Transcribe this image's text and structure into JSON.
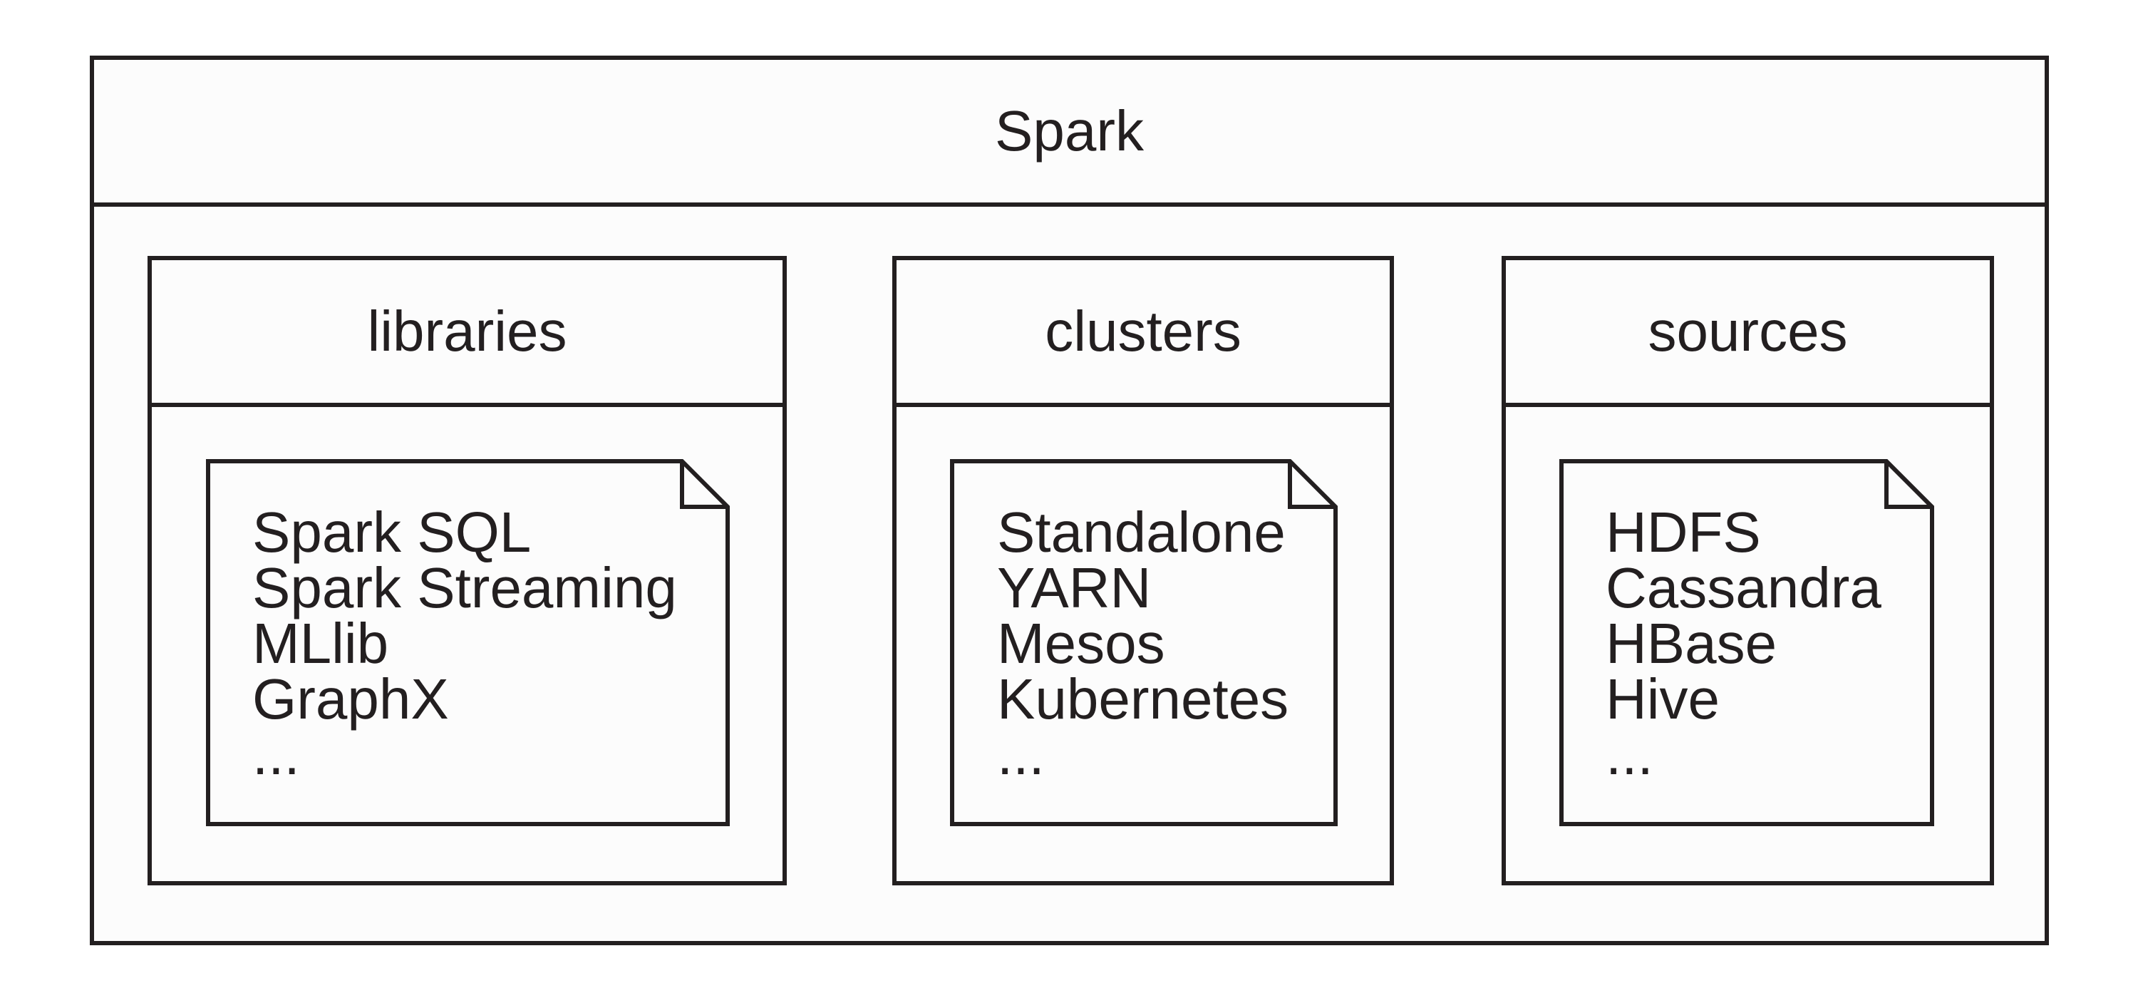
{
  "diagram": {
    "title": "Spark",
    "packages": [
      {
        "label": "libraries",
        "items": [
          "Spark SQL",
          "Spark Streaming",
          "MLlib",
          "GraphX",
          "..."
        ]
      },
      {
        "label": "clusters",
        "items": [
          "Standalone",
          "YARN",
          "Mesos",
          "Kubernetes",
          "..."
        ]
      },
      {
        "label": "sources",
        "items": [
          "HDFS",
          "Cassandra",
          "HBase",
          "Hive",
          "..."
        ]
      }
    ]
  },
  "colors": {
    "stroke": "#231f20",
    "fill": "#fcfcfc",
    "background": "#ffffff"
  },
  "icons": {
    "note": "note-icon (page with folded corner)"
  }
}
